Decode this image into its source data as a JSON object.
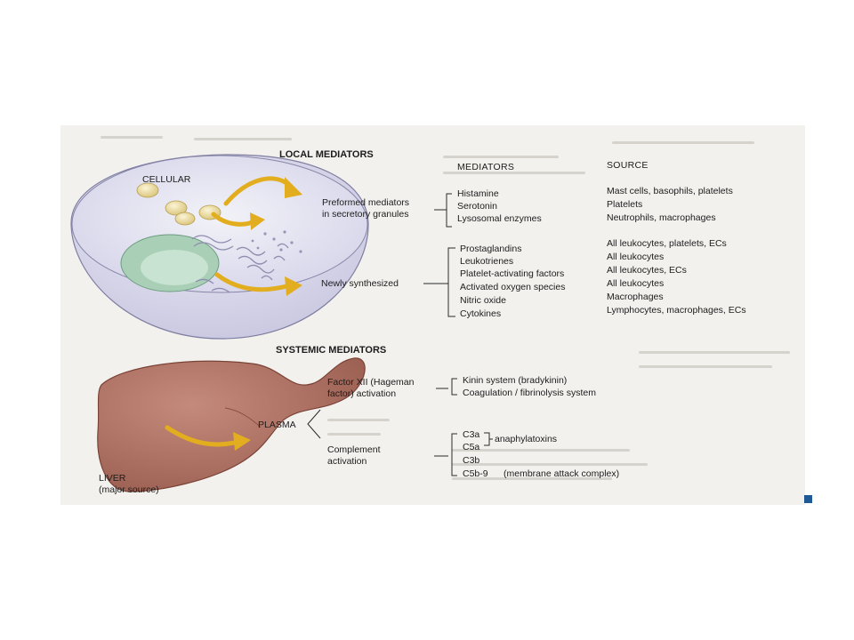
{
  "local": {
    "heading": "LOCAL MEDIATORS",
    "cellular_label": "CELLULAR",
    "col_mediators": "MEDIATORS",
    "col_source": "SOURCE",
    "preformed": {
      "label_line1": "Preformed mediators",
      "label_line2": "in secretory granules",
      "rows": [
        {
          "mediator": "Histamine",
          "source": "Mast cells, basophils, platelets"
        },
        {
          "mediator": "Serotonin",
          "source": "Platelets"
        },
        {
          "mediator": "Lysosomal enzymes",
          "source": "Neutrophils, macrophages"
        }
      ]
    },
    "newly": {
      "label": "Newly synthesized",
      "rows": [
        {
          "mediator": "Prostaglandins",
          "source": "All leukocytes, platelets, ECs"
        },
        {
          "mediator": "Leukotrienes",
          "source": "All leukocytes"
        },
        {
          "mediator": "Platelet-activating factors",
          "source": "All leukocytes, ECs"
        },
        {
          "mediator": "Activated oxygen species",
          "source": "All leukocytes"
        },
        {
          "mediator": "Nitric oxide",
          "source": "Macrophages"
        },
        {
          "mediator": "Cytokines",
          "source": "Lymphocytes, macrophages, ECs"
        }
      ]
    }
  },
  "systemic": {
    "heading": "SYSTEMIC MEDIATORS",
    "plasma_label": "PLASMA",
    "liver_label": "LIVER",
    "liver_sublabel": "(major source)",
    "factor": {
      "label_line1": "Factor XII (Hageman",
      "label_line2": "factor) activation",
      "items": [
        "Kinin system (bradykinin)",
        "Coagulation / fibrinolysis system"
      ]
    },
    "complement": {
      "label_line1": "Complement",
      "label_line2": "activation",
      "items": [
        "C3a",
        "C5a",
        "C3b",
        "C5b-9"
      ],
      "anaphylatoxins_label": "anaphylatoxins",
      "mac_label": "(membrane attack complex)"
    }
  },
  "colors": {
    "background": "#f3f1ee",
    "cell_body": "#d9d8ec",
    "nucleus": "#bcd9c6",
    "granule": "#efe1a6",
    "arrow": "#e2ae1f",
    "liver": "#b27465",
    "marker": "#1f5a96"
  }
}
